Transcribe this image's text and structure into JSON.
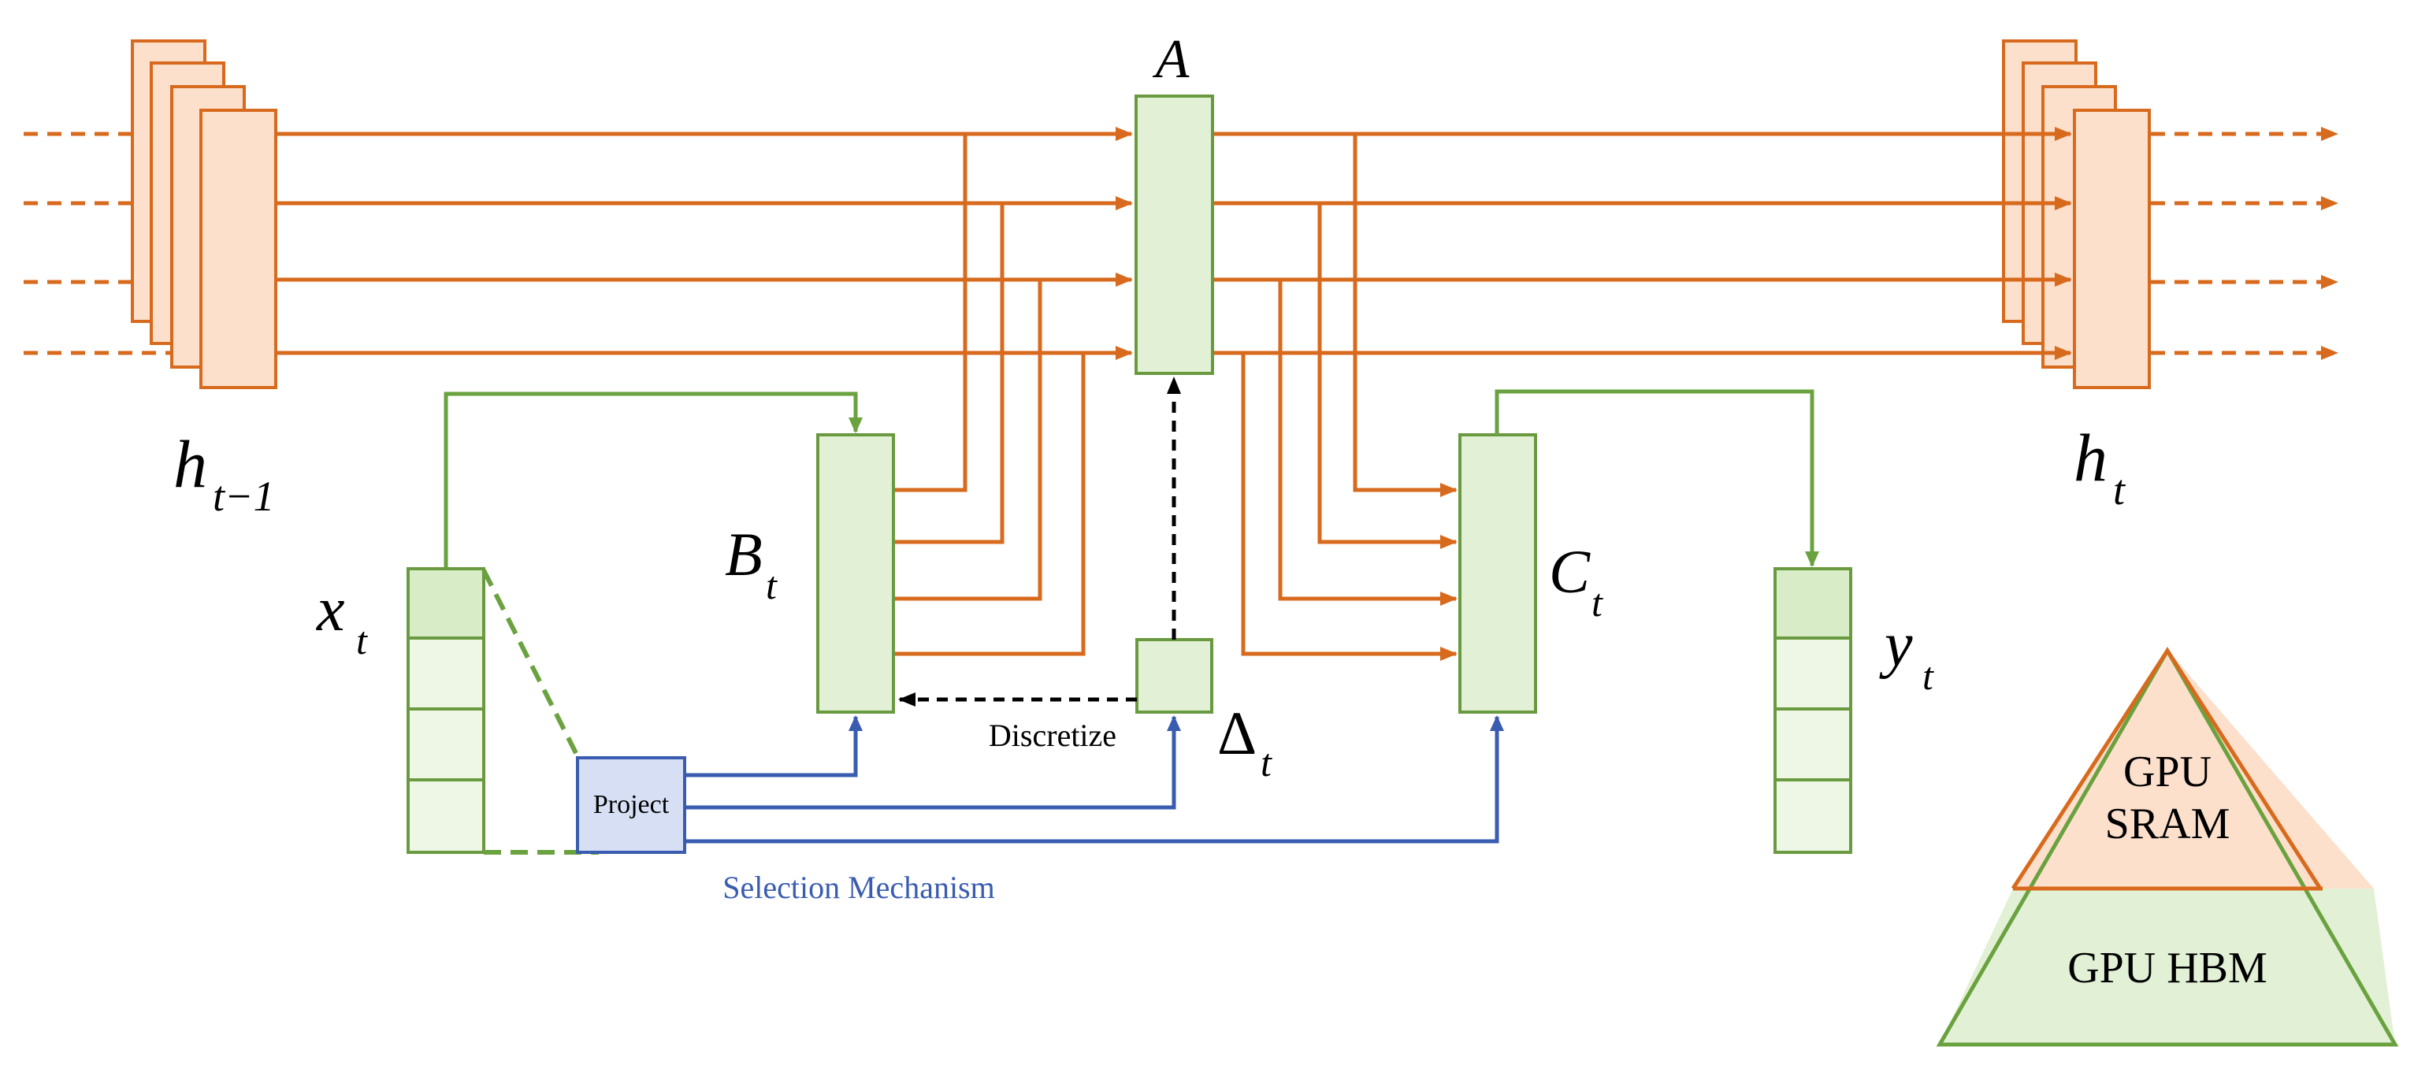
{
  "labels": {
    "h_prev": "h",
    "h_prev_sub": "t−1",
    "h_cur": "h",
    "h_cur_sub": "t",
    "A": "A",
    "B": "B",
    "B_sub": "t",
    "C": "C",
    "C_sub": "t",
    "x": "x",
    "x_sub": "t",
    "y": "y",
    "y_sub": "t",
    "delta": "Δ",
    "delta_sub": "t",
    "discretize": "Discretize",
    "project": "Project",
    "selection": "Selection Mechanism",
    "gpu_sram_1": "GPU",
    "gpu_sram_2": "SRAM",
    "gpu_hbm": "GPU HBM"
  },
  "colors": {
    "state_flow": "#d86a1e",
    "state_fill": "#fde0cc",
    "param_fill": "#e2f1d6",
    "param_stroke": "#6a9a3f",
    "input_flow": "#6aa23f",
    "selection": "#3a5cb0",
    "project_fill": "#d6dff4",
    "discretize": "#000000"
  }
}
